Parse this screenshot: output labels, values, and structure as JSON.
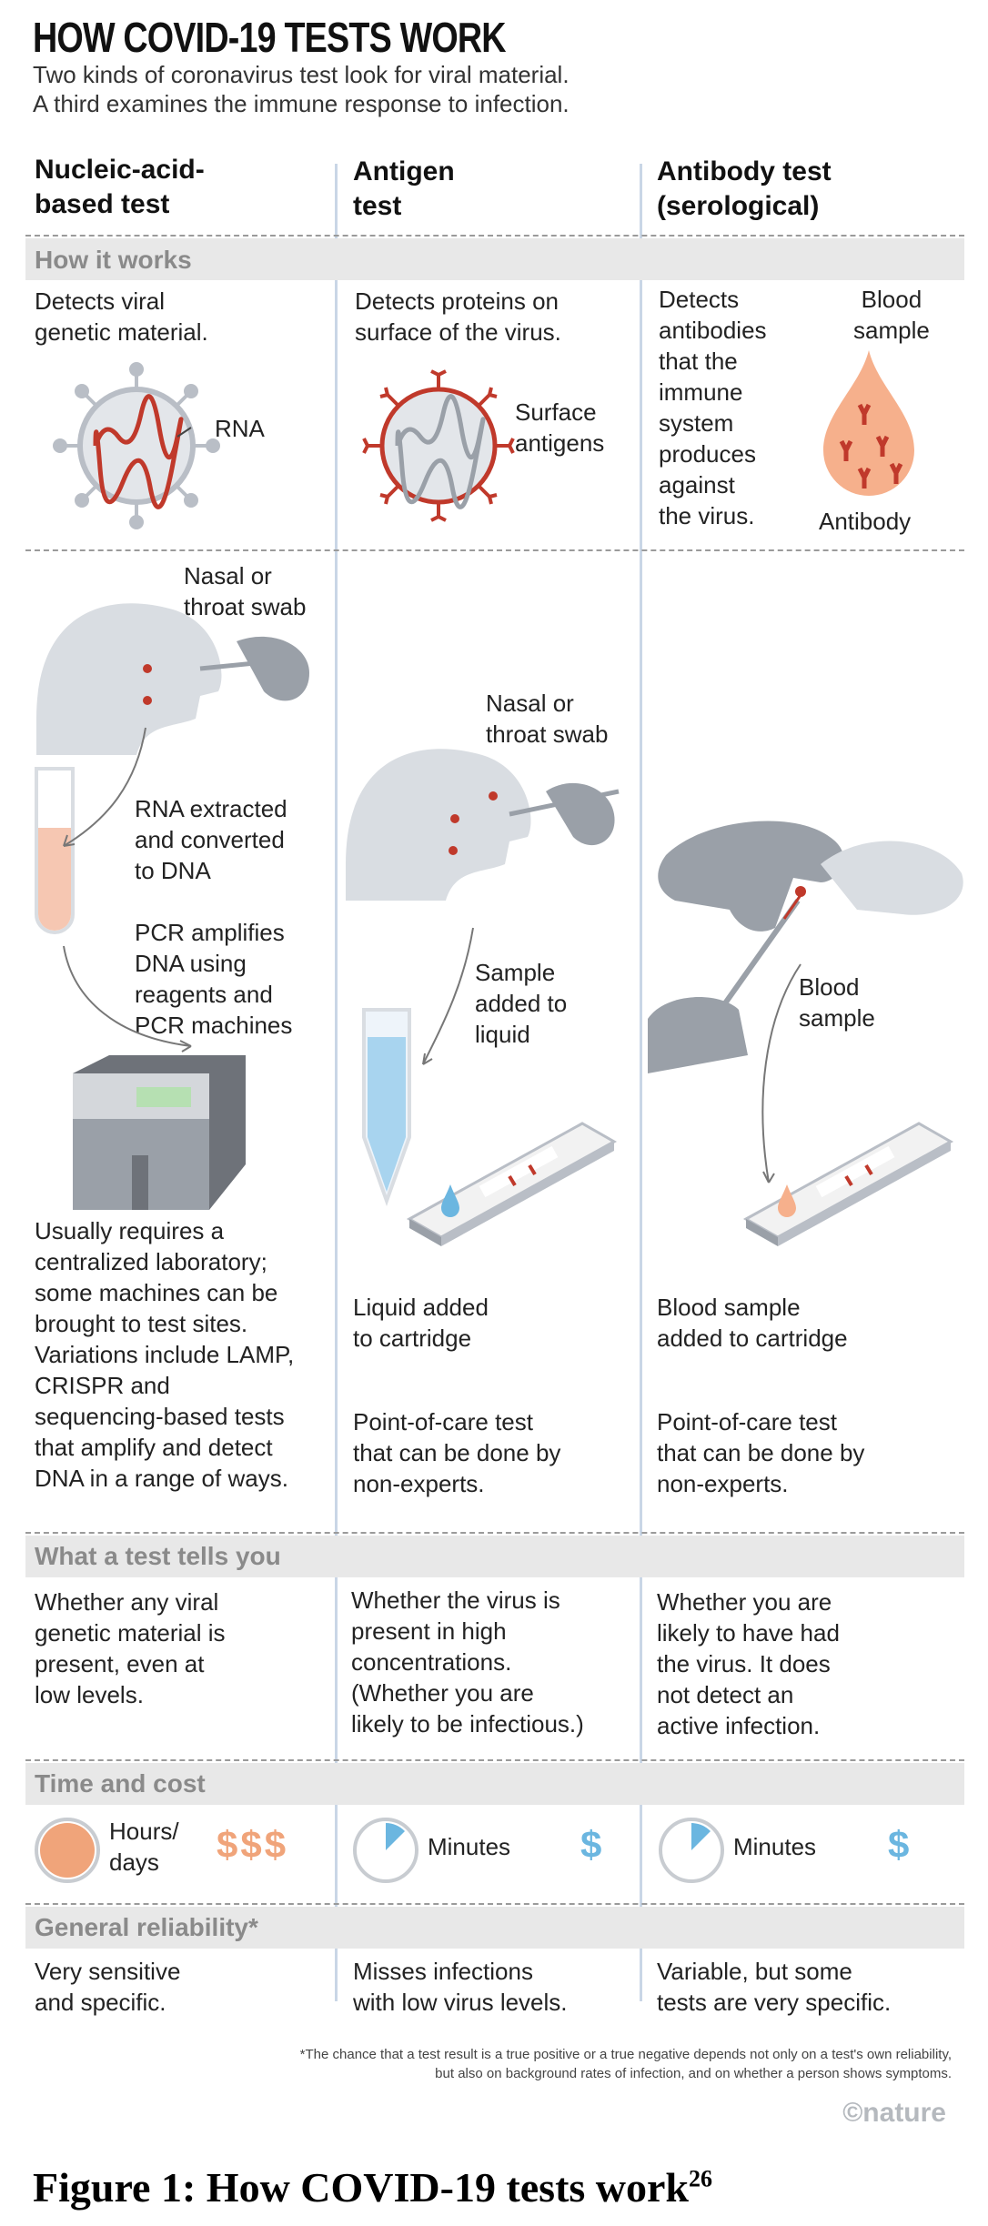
{
  "title": "HOW COVID-19 TESTS WORK",
  "subtitle": [
    "Two kinds of coronavirus test look for viral material.",
    "A third examines the immune response to infection."
  ],
  "columns": [
    {
      "heading": [
        "Nucleic-acid-",
        "based test"
      ]
    },
    {
      "heading": [
        "Antigen",
        "test"
      ]
    },
    {
      "heading": [
        "Antibody test",
        "(serological)"
      ]
    }
  ],
  "sections": {
    "how": "How it works",
    "tells": "What a test tells you",
    "time": "Time and cost",
    "reliability": "General reliability*"
  },
  "how_it_works": {
    "nucleic": [
      "Detects viral",
      "genetic material."
    ],
    "nucleic_label": "RNA",
    "antigen": [
      "Detects proteins on",
      "surface of the virus."
    ],
    "antigen_label": [
      "Surface",
      "antigens"
    ],
    "antibody": [
      "Detects",
      "antibodies",
      "that the",
      "immune",
      "system",
      "produces",
      "against",
      "the virus."
    ],
    "blood_label": [
      "Blood",
      "sample"
    ],
    "antibody_label": "Antibody"
  },
  "process": {
    "nucleic_swab": [
      "Nasal or",
      "throat swab"
    ],
    "nucleic_step1": [
      "RNA extracted",
      "and converted",
      "to DNA"
    ],
    "nucleic_step2": [
      "PCR amplifies",
      "DNA using",
      "reagents and",
      "PCR machines"
    ],
    "nucleic_note": [
      "Usually requires a",
      "centralized laboratory;",
      "some machines can be",
      "brought to test sites.",
      "Variations include LAMP,",
      "CRISPR and",
      "sequencing-based tests",
      "that amplify and detect",
      "DNA in a range of ways."
    ],
    "antigen_swab": [
      "Nasal or",
      "throat swab"
    ],
    "antigen_step1": [
      "Sample",
      "added to",
      "liquid"
    ],
    "antigen_step2": [
      "Liquid added",
      "to cartridge"
    ],
    "antigen_note": [
      "Point-of-care test",
      "that can be done by",
      "non-experts."
    ],
    "antibody_blood": [
      "Blood",
      "sample"
    ],
    "antibody_step2": [
      "Blood sample",
      "added to cartridge"
    ],
    "antibody_note": [
      "Point-of-care test",
      "that can be done by",
      "non-experts."
    ]
  },
  "tells": {
    "nucleic": [
      "Whether any viral",
      "genetic material is",
      "present, even at",
      "low levels."
    ],
    "antigen": [
      "Whether the virus is",
      "present in high",
      "concentrations.",
      "(Whether you are",
      "likely to be infectious.)"
    ],
    "antibody": [
      "Whether you are",
      "likely to have had",
      "the virus. It does",
      "not detect an",
      "active infection."
    ]
  },
  "time_cost": {
    "nucleic_time": [
      "Hours/",
      "days"
    ],
    "nucleic_cost": "$$$",
    "antigen_time": "Minutes",
    "antigen_cost": "$",
    "antibody_time": "Minutes",
    "antibody_cost": "$"
  },
  "reliability": {
    "nucleic": [
      "Very sensitive",
      "and specific."
    ],
    "antigen": [
      "Misses infections",
      "with low virus levels."
    ],
    "antibody": [
      "Variable, but some",
      "tests are very specific."
    ]
  },
  "footnote": [
    "*The chance that a test result is a true positive or a true negative depends not only on a test's own reliability,",
    "but also on background rates of infection, and on whether a person shows symptoms."
  ],
  "credit": "©nature",
  "caption": "Figure 1: How COVID-19 tests work",
  "caption_ref": "26",
  "colors": {
    "virus_red": "#c0392b",
    "orange": "#f0a47a",
    "blue": "#6bb6e0",
    "gray_figure": "#d9dde2"
  }
}
